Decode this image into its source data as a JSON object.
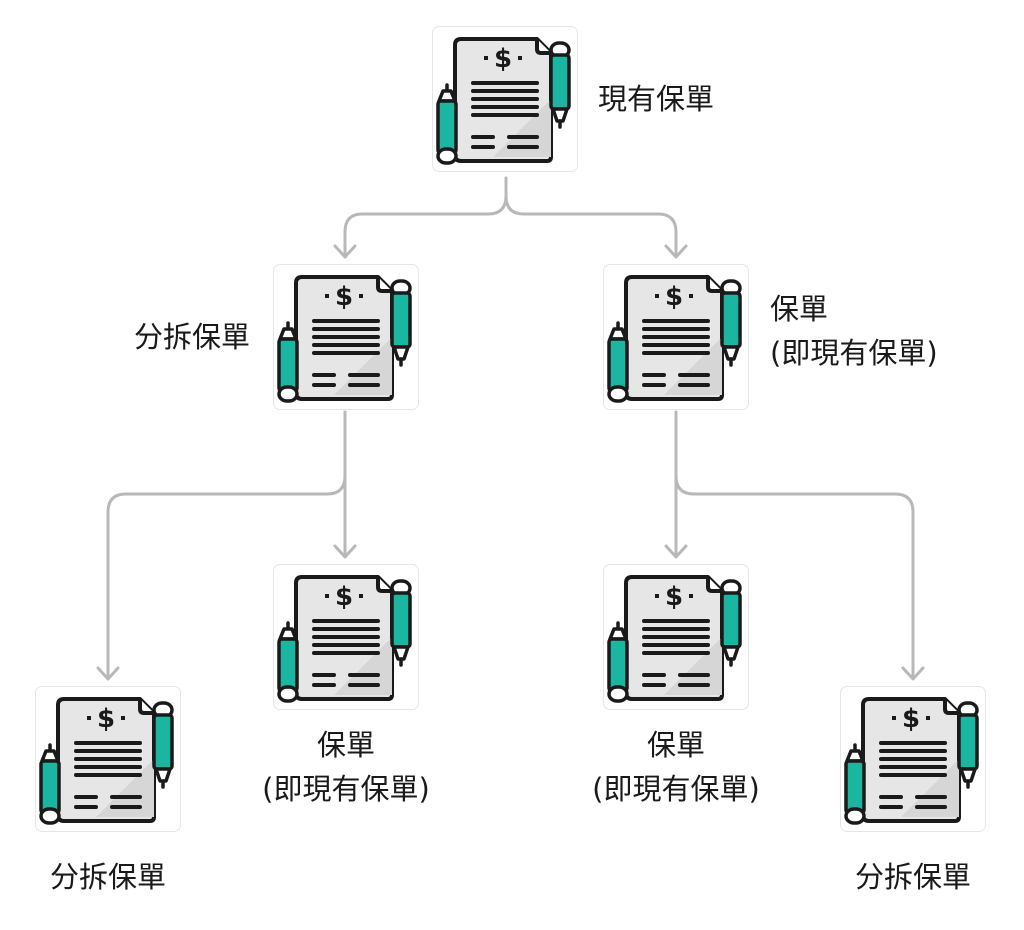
{
  "nodes": {
    "root": {
      "label": [
        "現有保單"
      ]
    },
    "split_1": {
      "label": [
        "分拆保單"
      ]
    },
    "policy_1": {
      "label": [
        "保單",
        "(即現有保單)"
      ]
    },
    "split_2": {
      "label": [
        "分拆保單"
      ]
    },
    "policy_2": {
      "label": [
        "保單",
        "(即現有保單)"
      ]
    },
    "policy_3": {
      "label": [
        "保單",
        "(即現有保單)"
      ]
    },
    "split_3": {
      "label": [
        "分拆保單"
      ]
    }
  },
  "icon": {
    "name": "policy-document-with-pens-icon",
    "symbol": "$"
  },
  "colors": {
    "connector": "#b8b8b8",
    "pen": "#1bb6a0",
    "paper": "#e6e6e6",
    "outline": "#1a1a1a"
  }
}
